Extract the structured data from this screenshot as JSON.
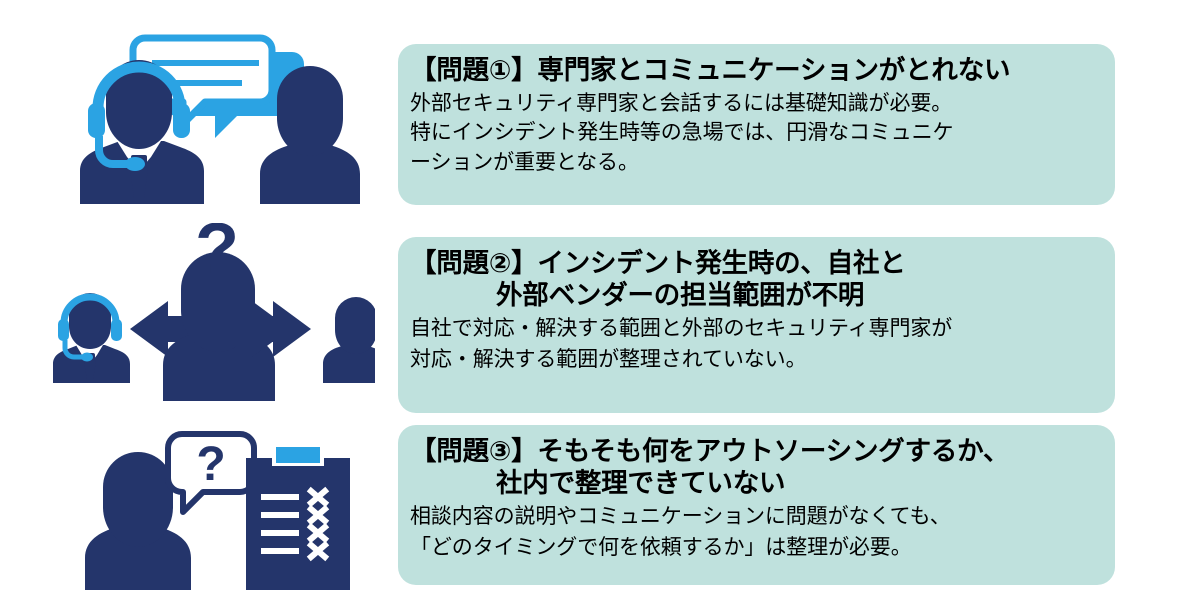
{
  "colors": {
    "panel_background": "#bfe1dd",
    "navy": "#24356b",
    "light_blue": "#2ba3e3",
    "page_background": "#ffffff",
    "text": "#000000"
  },
  "items": [
    {
      "icon_name": "operator-and-client-speech-bubbles-icon",
      "title_lines": [
        "【問題①】専門家とコミュニケーションがとれない"
      ],
      "body_lines": [
        "外部セキュリティ専門家と会話するには基礎知識が必要。",
        "特にインシデント発生時等の急場では、円滑なコミュニケ",
        "ーションが重要となる。"
      ]
    },
    {
      "icon_name": "responsibility-split-arrows-icon",
      "title_lines": [
        "【問題②】インシデント発生時の、自社と",
        "外部ベンダーの担当範囲が不明"
      ],
      "body_lines": [
        "自社で対応・解決する範囲と外部のセキュリティ専門家が",
        "対応・解決する範囲が整理されていない。"
      ]
    },
    {
      "icon_name": "person-question-clipboard-icon",
      "title_lines": [
        "【問題③】そもそも何をアウトソーシングするか、",
        "社内で整理できていない"
      ],
      "body_lines": [
        "相談内容の説明やコミュニケーションに問題がなくても、",
        "「どのタイミングで何を依頼するか」は整理が必要。"
      ]
    }
  ],
  "icon_glyphs": {
    "question_mark": "?"
  }
}
